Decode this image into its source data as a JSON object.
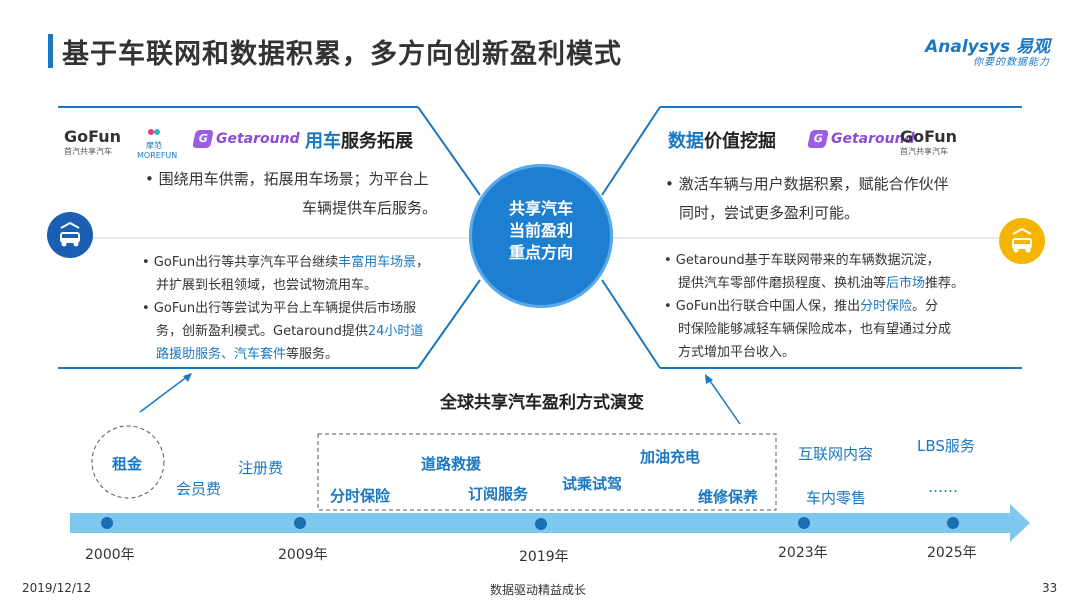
{
  "title": "基于车联网和数据积累，多方向创新盈利模式",
  "logo": {
    "main": "Analysys 易观",
    "sub": "你要的数据能力"
  },
  "center": {
    "lines": [
      "共享汽车",
      "当前盈利",
      "重点方向"
    ]
  },
  "left_panel": {
    "brands": {
      "gofun": "GoFun",
      "gofun_sub": "首汽共享汽车",
      "morefun": "摩范 MOREFUN",
      "getaround": "Getaround"
    },
    "title_highlight": "用车",
    "title_rest": "服务拓展",
    "bullet1": "• 围绕用车供需，拓展用车场景；为平台上",
    "bullet1_cont": "车辆提供车后服务。",
    "detail1_a": "• GoFun出行等共享汽车平台继续",
    "detail1_hl": "丰富用车场景",
    "detail1_b": "，",
    "detail1_c": "并扩展到长租领域，也尝试物流用车。",
    "detail2_a": "• GoFun出行等尝试为平台上车辆提供后市场服",
    "detail2_b": "务，创新盈利模式。Getaround提供",
    "detail2_hl1": "24小时道",
    "detail2_hl2": "路援助服务、汽车套件",
    "detail2_c": "等服务。",
    "icon": "car-icon"
  },
  "right_panel": {
    "brands": {
      "getaround": "Getaround",
      "gofun": "GoFun",
      "gofun_sub": "首汽共享汽车"
    },
    "title_highlight": "数据",
    "title_rest": "价值挖掘",
    "bullet1": "• 激活车辆与用户数据积累，赋能合作伙伴",
    "bullet1_cont": "同时，尝试更多盈利可能。",
    "detail1_a": "• Getaround基于车联网带来的车辆数据沉淀，",
    "detail1_b": "提供汽车零部件磨损程度、换机油等",
    "detail1_hl": "后市场",
    "detail1_c": "推荐。",
    "detail2_a": "• GoFun出行联合中国人保，推出",
    "detail2_hl": "分时保险",
    "detail2_b": "。分",
    "detail2_c": "时保险能够减轻车辆保险成本，也有望通过分成",
    "detail2_d": "方式增加平台收入。",
    "icon": "car-icon"
  },
  "timeline": {
    "title": "全球共享汽车盈利方式演变",
    "years": [
      "2000年",
      "2009年",
      "2019年",
      "2023年",
      "2025年"
    ],
    "labels": {
      "rent": "租金",
      "membership": "会员费",
      "registration": "注册费",
      "timeshare_insurance": "分时保险",
      "road_rescue": "道路救援",
      "subscription": "订阅服务",
      "test_drive": "试乘试驾",
      "refuel_charge": "加油充电",
      "maintenance": "维修保养",
      "internet_content": "互联网内容",
      "in_car_retail": "车内零售",
      "lbs": "LBS服务",
      "ellipsis": "……"
    }
  },
  "footer": {
    "date": "2019/12/12",
    "slogan": "数据驱动精益成长",
    "page": "33"
  },
  "colors": {
    "accent": "#1a78c2",
    "center": "#1e7fd0",
    "left_icon": "#1a5fb4",
    "right_icon": "#f5b400",
    "timeline": "#7ec8f0"
  }
}
